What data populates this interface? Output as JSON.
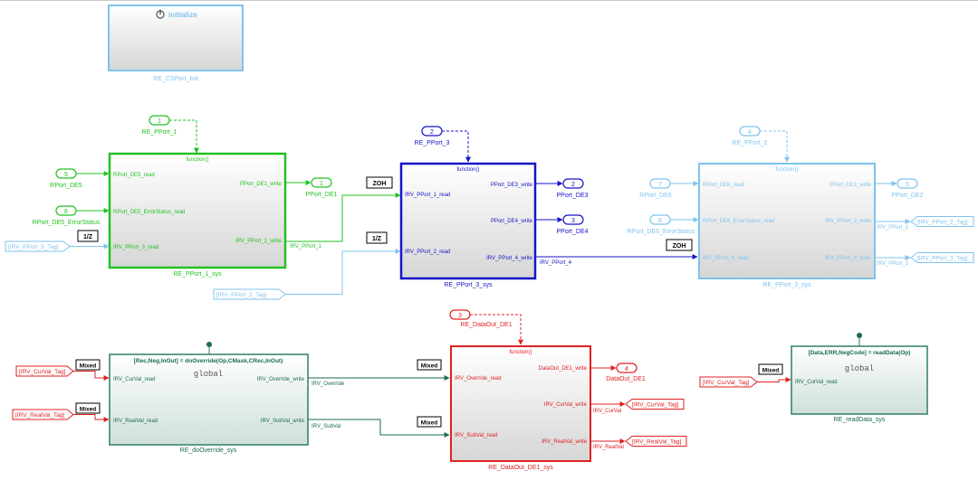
{
  "colors": {
    "green": "#22c222",
    "blue": "#1515c8",
    "lightblue": "#7fc3ee",
    "red": "#e02020",
    "teal": "#2e7d6b",
    "darkgreen": "#1a6b4f",
    "black": "#000000"
  },
  "init": {
    "title": "initialize",
    "name": "RE_CSPort_Init",
    "icon": "power-icon"
  },
  "pport1": {
    "fn": "function()",
    "name": "RE_PPort_1_sys",
    "in_port_num": "1",
    "in_port_name": "RE_PPort_1",
    "inputs": [
      "RPort_DE5_read",
      "RPort_DE5_ErrorStatus_read",
      "IRV_PPort_3_read"
    ],
    "outputs": [
      "PPort_DE1_write",
      "IRV_PPort_1_write"
    ],
    "left_ports": [
      {
        "num": "5",
        "name": "RPort_DE5"
      },
      {
        "num": "6",
        "name": "RPort_DE5_ErrorStatus"
      }
    ],
    "goto_in": "[IRV_PPort_3_Tag]",
    "delay": "1/Z",
    "out_num": "1",
    "out_name": "PPort_DE1",
    "irv_out_label": "IRV_PPort_1"
  },
  "pport3": {
    "fn": "function()",
    "name": "RE_PPort_3_sys",
    "in_port_num": "2",
    "in_port_name": "RE_PPort_3",
    "inputs": [
      "IRV_PPort_1_read",
      "IRV_PPort_2_read"
    ],
    "outputs": [
      "PPort_DE3_write",
      "PPort_DE4_write",
      "IRV_PPort_4_write"
    ],
    "zoh": "ZOH",
    "delay": "1/Z",
    "out_ports": [
      {
        "num": "2",
        "name": "PPort_DE3"
      },
      {
        "num": "3",
        "name": "PPort_DE4"
      }
    ],
    "irv_out_label": "IRV_PPort_4",
    "goto_in": "[IRV_PPort_2_Tag]"
  },
  "pport2": {
    "fn": "function()",
    "name": "RE_PPort_2_sys",
    "in_port_num": "4",
    "in_port_name": "RE_PPort_2",
    "inputs": [
      "RPort_DE6_read",
      "RPort_DE6_ErrorStatus_read",
      "IRV_PPort_4_read"
    ],
    "outputs": [
      "PPort_DE2_write",
      "IRV_PPort_2_write",
      "IRV_PPort_3_write"
    ],
    "left_ports": [
      {
        "num": "7",
        "name": "RPort_DE6"
      },
      {
        "num": "8",
        "name": "RPort_DE6_ErrorStatus"
      }
    ],
    "zoh": "ZOH",
    "out_num": "5",
    "out_name": "PPort_DE2",
    "gotos": [
      "[IRV_PPort_2_Tag]",
      "[IRV_PPort_3_Tag]"
    ],
    "line_labels": [
      "IRV_PPort_2",
      "IRV_PPort_3"
    ]
  },
  "override": {
    "title": "[Rec,Neg,InOut] = doOverride(Op,CMask,CRec,InOut)",
    "scope": "global",
    "name": "RE_doOverride_sys",
    "inputs": [
      "IRV_CurVal_read",
      "IRV_RealVal_read"
    ],
    "outputs": [
      "IRV_Override_write",
      "IRV_SubVal_write"
    ],
    "froms": [
      "[IRV_CurVal_Tag]",
      "[IRV_RealVal_Tag]"
    ],
    "mixed": "Mixed",
    "line_labels": [
      "IRV_Override",
      "IRV_SubVal"
    ]
  },
  "dataout": {
    "fn": "function()",
    "name": "RE_DataOut_DE1_sys",
    "in_port_num": "3",
    "in_port_name": "RE_DataOut_DE1",
    "inputs": [
      "IRV_Override_read",
      "IRV_SubVal_read"
    ],
    "outputs": [
      "DataOut_DE1_write",
      "IRV_CurVal_write",
      "IRV_RealVal_write"
    ],
    "mixed": "Mixed",
    "out_num": "4",
    "out_name": "DataOut_DE1",
    "gotos": [
      "[IRV_CurVal_Tag]",
      "[IRV_RealVal_Tag]"
    ],
    "line_labels": [
      "IRV_CurVal",
      "IRV_RealVal"
    ]
  },
  "readdata": {
    "title": "[Data,ERR,NegCode] = readData(Op)",
    "scope": "global",
    "name": "RE_readData_sys",
    "inputs": [
      "IRV_CurVal_read"
    ],
    "from": "[IRV_CurVal_Tag]",
    "mixed": "Mixed"
  }
}
